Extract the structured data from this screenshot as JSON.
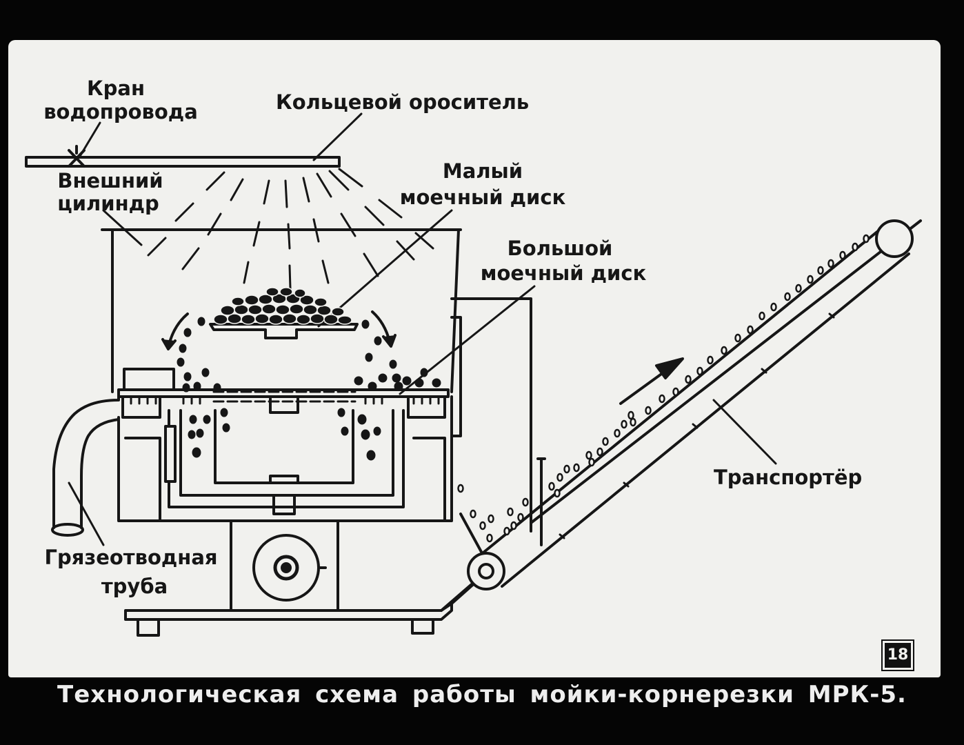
{
  "labels": {
    "kran_line1": "Кран",
    "kran_line2": "водопровода",
    "orositel": "Кольцевой ороситель",
    "vneshniy_line1": "Внешний",
    "vneshniy_line2": "цилиндр",
    "maly_line1": "Малый",
    "maly_line2": "моечный диск",
    "bolshoy_line1": "Большой",
    "bolshoy_line2": "моечный диск",
    "transporter": "Транспортёр",
    "truba_line1": "Грязеотводная",
    "truba_line2": "труба"
  },
  "frame_number": "18",
  "caption": "Технологическая схема работы мойки-корнерезки МРК-5.",
  "colors": {
    "ink": "#161616",
    "paper": "#f1f1ee",
    "film": "#050505"
  }
}
